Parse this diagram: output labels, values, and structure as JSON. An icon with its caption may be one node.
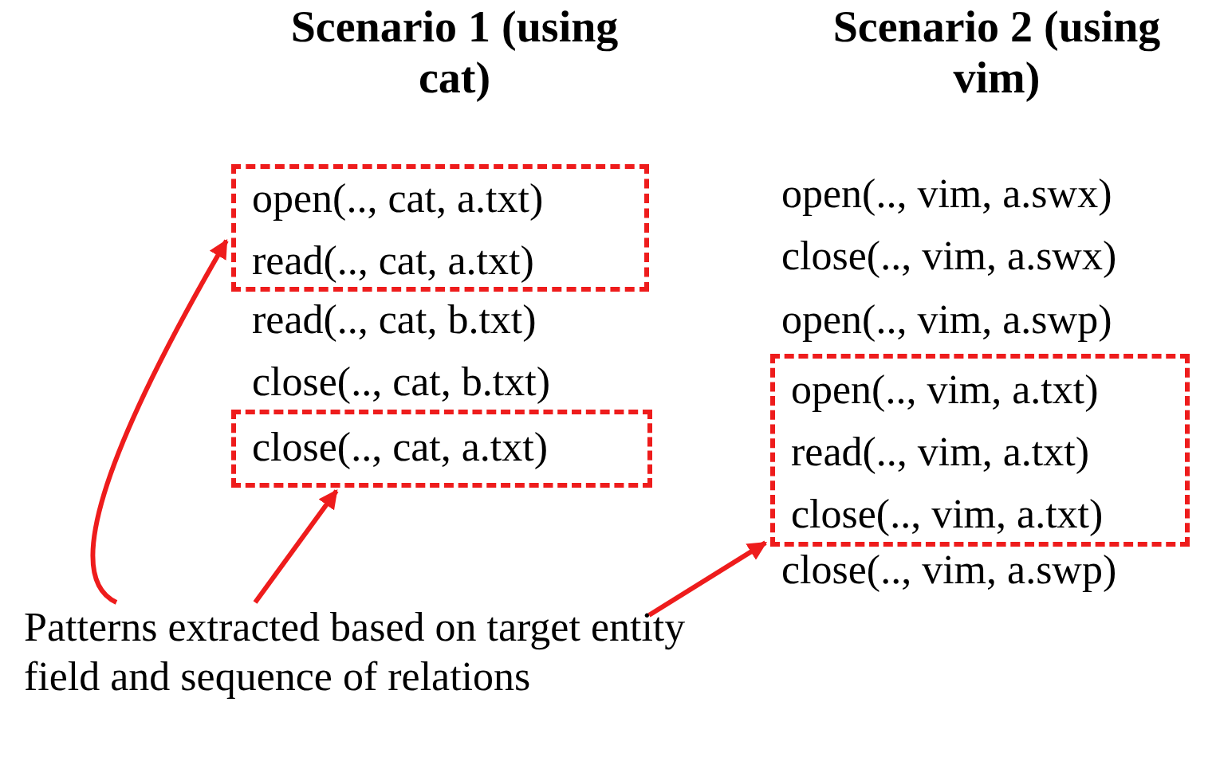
{
  "diagram": {
    "nodes": [
      {
        "text": [
          "open(.., cat, a.txt)",
          "read(.., cat, a.txt)"
        ]
      },
      {
        "text": [
          "close(.., cat, a.txt)"
        ]
      },
      {
        "text": [
          "open(.., vim, a.txt)",
          "read(.., vim, a.txt)",
          "close(.., vim, a.txt)"
        ]
      },
      {
        "text": [
          "Patterns extracted based on target entity field and sequence of relations"
        ]
      }
    ],
    "edges": [
      {
        "from": 3,
        "to": 0,
        "arrow": "to"
      },
      {
        "from": 3,
        "to": 1,
        "arrow": "to"
      },
      {
        "from": 3,
        "to": 2,
        "arrow": "to"
      }
    ],
    "labels": [
      "Scenario 1 (using cat)",
      "Scenario 2 (using vim)",
      "open(.., vim, a.swx)",
      "close(.., vim, a.swx)",
      "read(.., cat, b.txt)",
      "open(.., vim, a.swp)",
      "close(.., cat, b.txt)",
      "close(.., vim, a.swp)"
    ]
  }
}
